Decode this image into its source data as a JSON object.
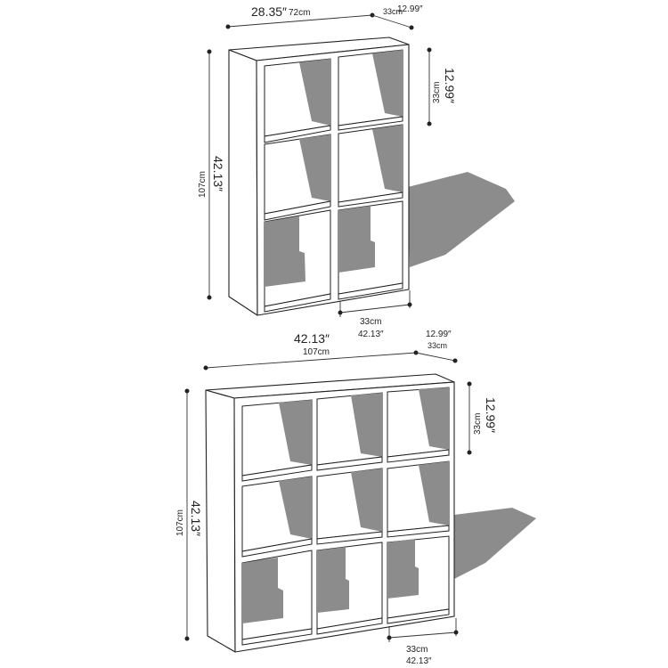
{
  "diagram": {
    "top_unit": {
      "width_label_in": "28.35″",
      "width_label_cm": "72cm",
      "depth_label_cm": "33cm",
      "depth_label_in": "12.99″",
      "cube_height_cm": "33cm",
      "cube_height_in": "12.99″",
      "height_cm": "107cm",
      "height_in": "42.13″",
      "cube_width_cm": "33cm",
      "cube_width_in": "42.13″"
    },
    "bottom_unit": {
      "width_label_in": "42.13″",
      "width_label_cm": "107cm",
      "depth_label_in": "12.99″",
      "depth_label_cm": "33cm",
      "cube_height_cm": "33cm",
      "cube_height_in": "12.99″",
      "height_cm": "107cm",
      "height_in": "42.13″",
      "cube_width_cm": "33cm",
      "cube_width_in": "42.13″"
    }
  }
}
